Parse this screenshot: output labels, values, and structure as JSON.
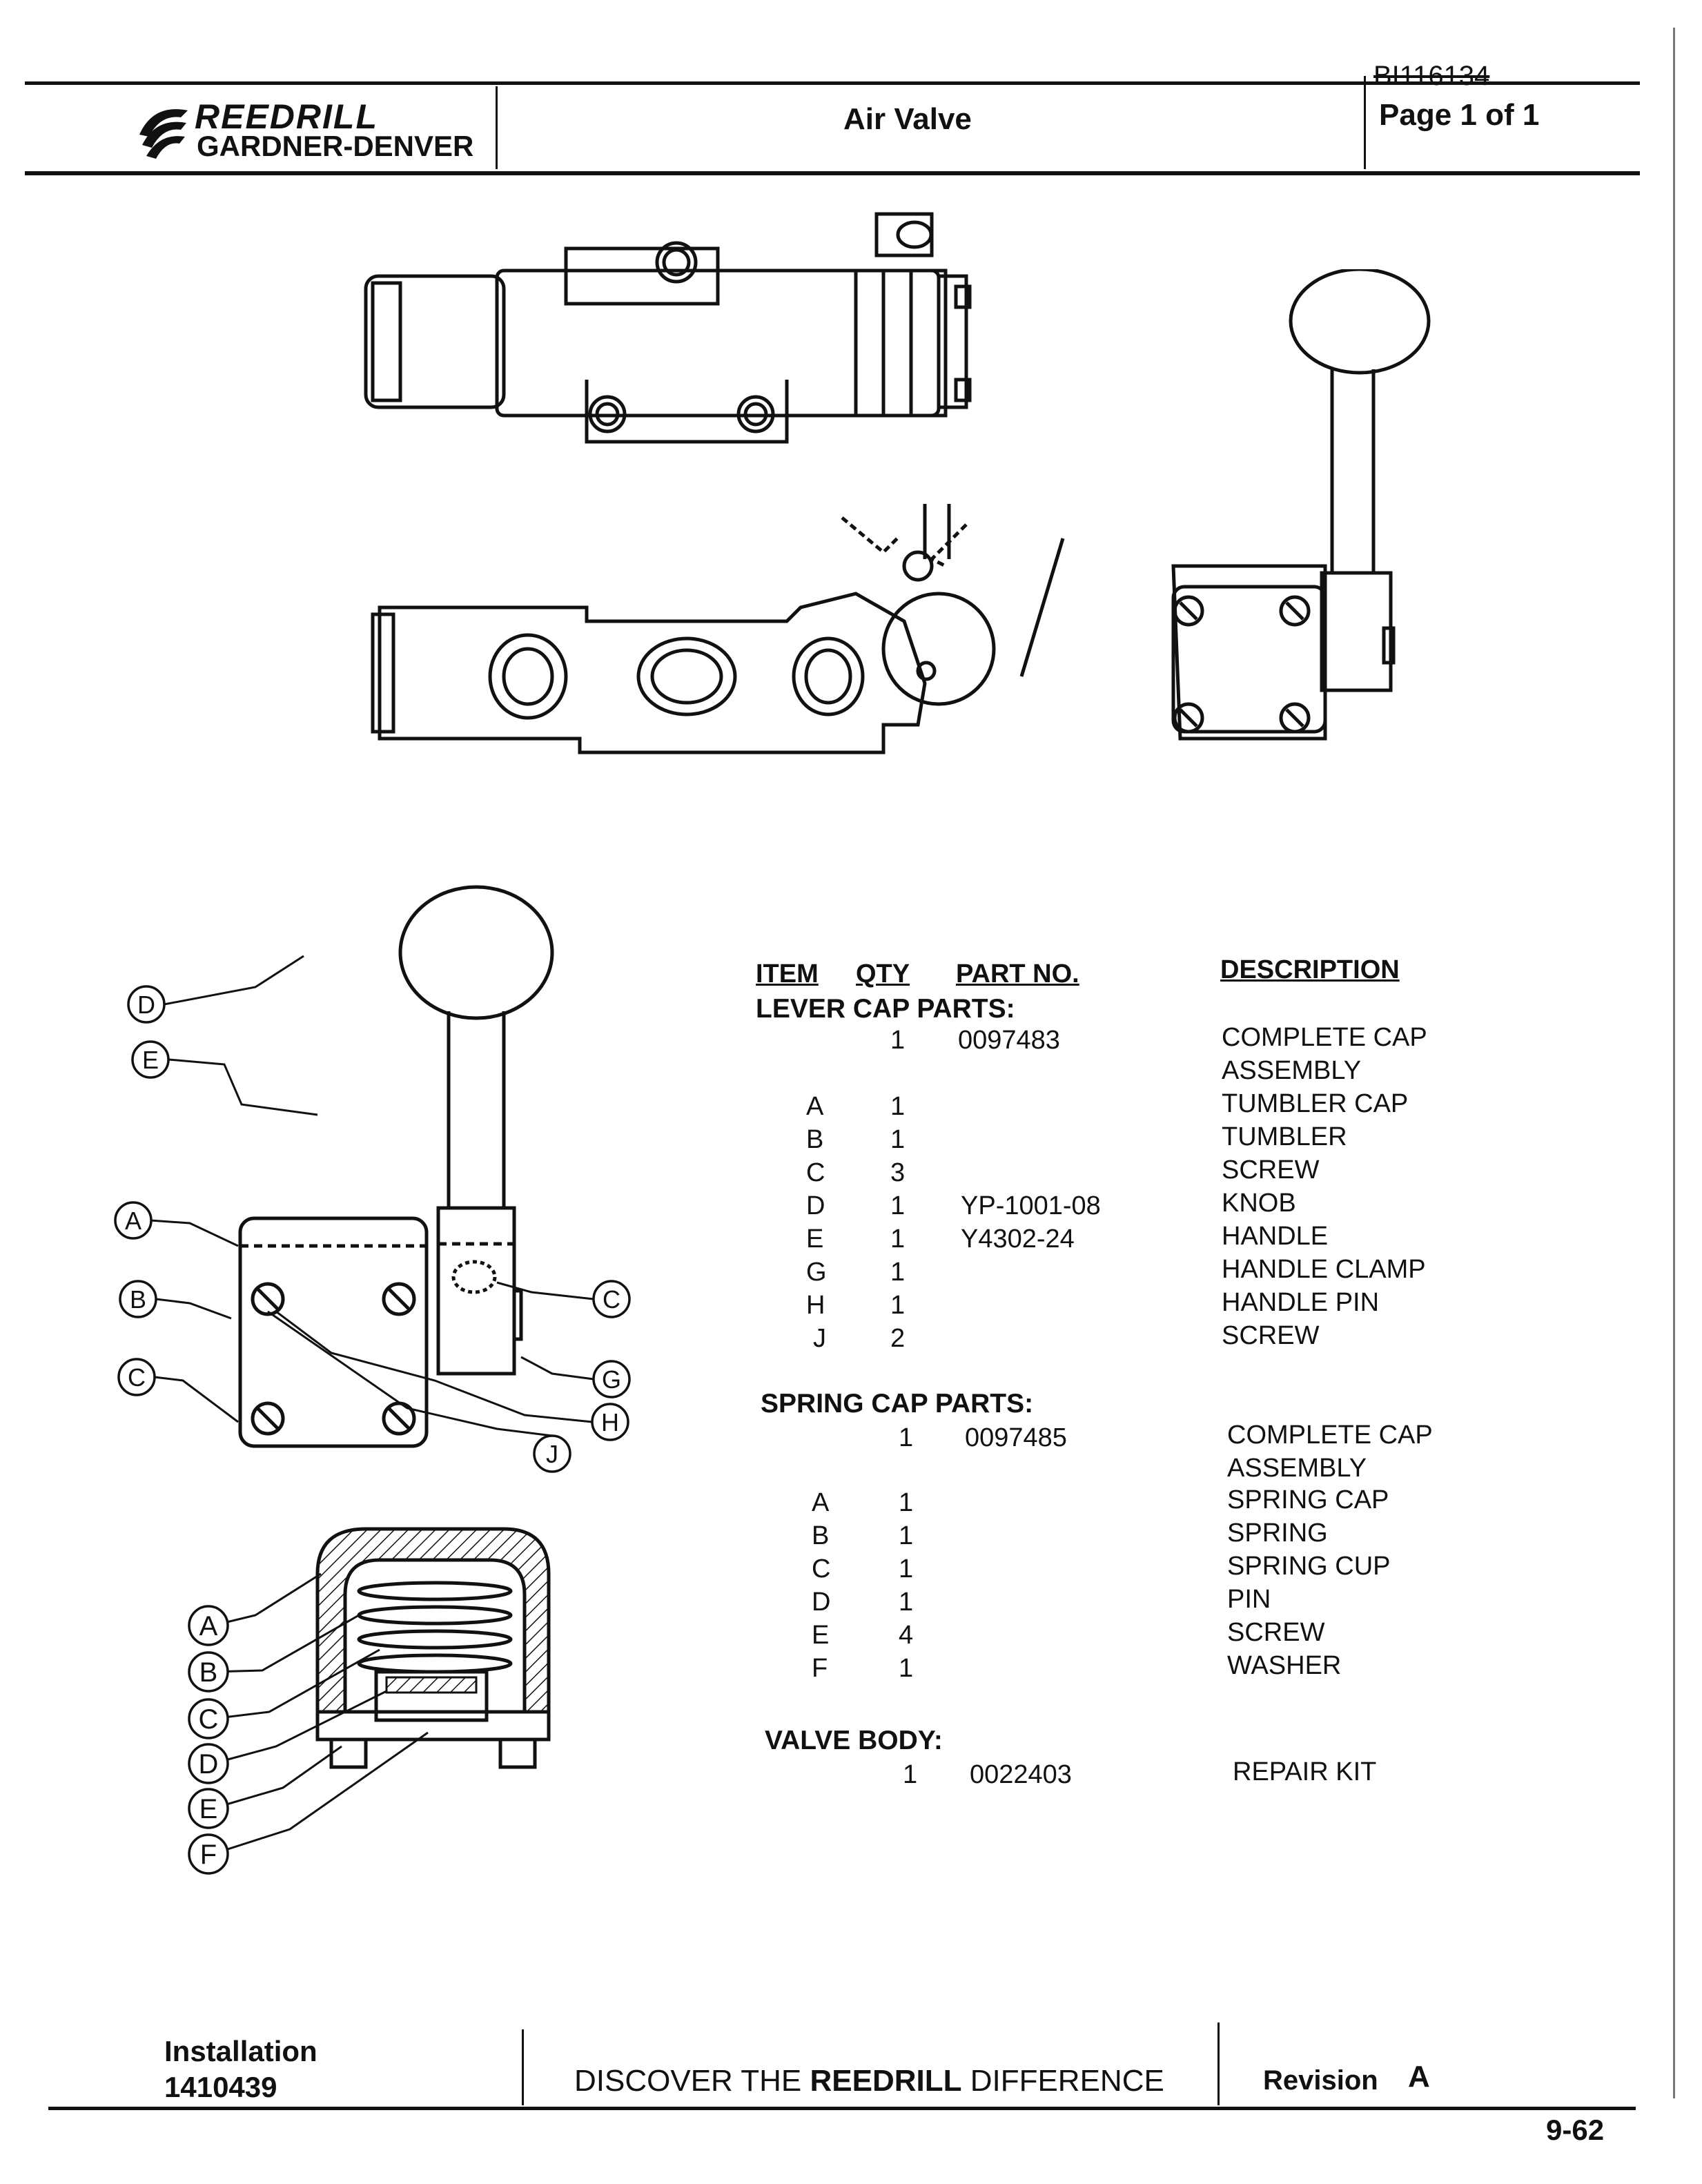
{
  "header": {
    "logo_brand": "REEDRILL",
    "logo_company": "GARDNER-DENVER",
    "title": "Air Valve",
    "doc_code": "BI116134",
    "page_label": "Page 1 of 1"
  },
  "figure": {
    "callouts_top": [
      "D",
      "E",
      "A",
      "B",
      "C",
      "C",
      "G",
      "H",
      "J"
    ],
    "callouts_bottom": [
      "A",
      "B",
      "C",
      "D",
      "E",
      "F"
    ]
  },
  "table": {
    "columns": {
      "item": "ITEM",
      "qty": "QTY",
      "part": "PART NO.",
      "desc": "DESCRIPTION"
    },
    "lever": {
      "title": "LEVER CAP PARTS:",
      "assembly": {
        "qty": "1",
        "part": "0097483",
        "desc1": "COMPLETE CAP",
        "desc2": "ASSEMBLY"
      },
      "rows": [
        {
          "item": "A",
          "qty": "1",
          "part": "",
          "desc": "TUMBLER CAP"
        },
        {
          "item": "B",
          "qty": "1",
          "part": "",
          "desc": "TUMBLER"
        },
        {
          "item": "C",
          "qty": "3",
          "part": "",
          "desc": "SCREW"
        },
        {
          "item": "D",
          "qty": "1",
          "part": "YP-1001-08",
          "desc": "KNOB"
        },
        {
          "item": "E",
          "qty": "1",
          "part": "Y4302-24",
          "desc": "HANDLE"
        },
        {
          "item": "G",
          "qty": "1",
          "part": "",
          "desc": "HANDLE CLAMP"
        },
        {
          "item": "H",
          "qty": "1",
          "part": "",
          "desc": "HANDLE PIN"
        },
        {
          "item": "J",
          "qty": "2",
          "part": "",
          "desc": "SCREW"
        }
      ]
    },
    "spring": {
      "title": "SPRING CAP PARTS:",
      "assembly": {
        "qty": "1",
        "part": "0097485",
        "desc1": "COMPLETE CAP",
        "desc2": "ASSEMBLY"
      },
      "rows": [
        {
          "item": "A",
          "qty": "1",
          "part": "",
          "desc": "SPRING CAP"
        },
        {
          "item": "B",
          "qty": "1",
          "part": "",
          "desc": "SPRING"
        },
        {
          "item": "C",
          "qty": "1",
          "part": "",
          "desc": "SPRING CUP"
        },
        {
          "item": "D",
          "qty": "1",
          "part": "",
          "desc": "PIN"
        },
        {
          "item": "E",
          "qty": "4",
          "part": "",
          "desc": "SCREW"
        },
        {
          "item": "F",
          "qty": "1",
          "part": "",
          "desc": "WASHER"
        }
      ]
    },
    "body": {
      "title": "VALVE BODY:",
      "row": {
        "qty": "1",
        "part": "0022403",
        "desc": "REPAIR KIT"
      }
    }
  },
  "footer": {
    "line1": "Installation",
    "line2": "1410439",
    "tagline_pre": "DISCOVER THE ",
    "tagline_brand": "REEDRILL",
    "tagline_post": " DIFFERENCE",
    "revision_label": "Revision",
    "revision_value": "A",
    "page_number": "9-62"
  }
}
